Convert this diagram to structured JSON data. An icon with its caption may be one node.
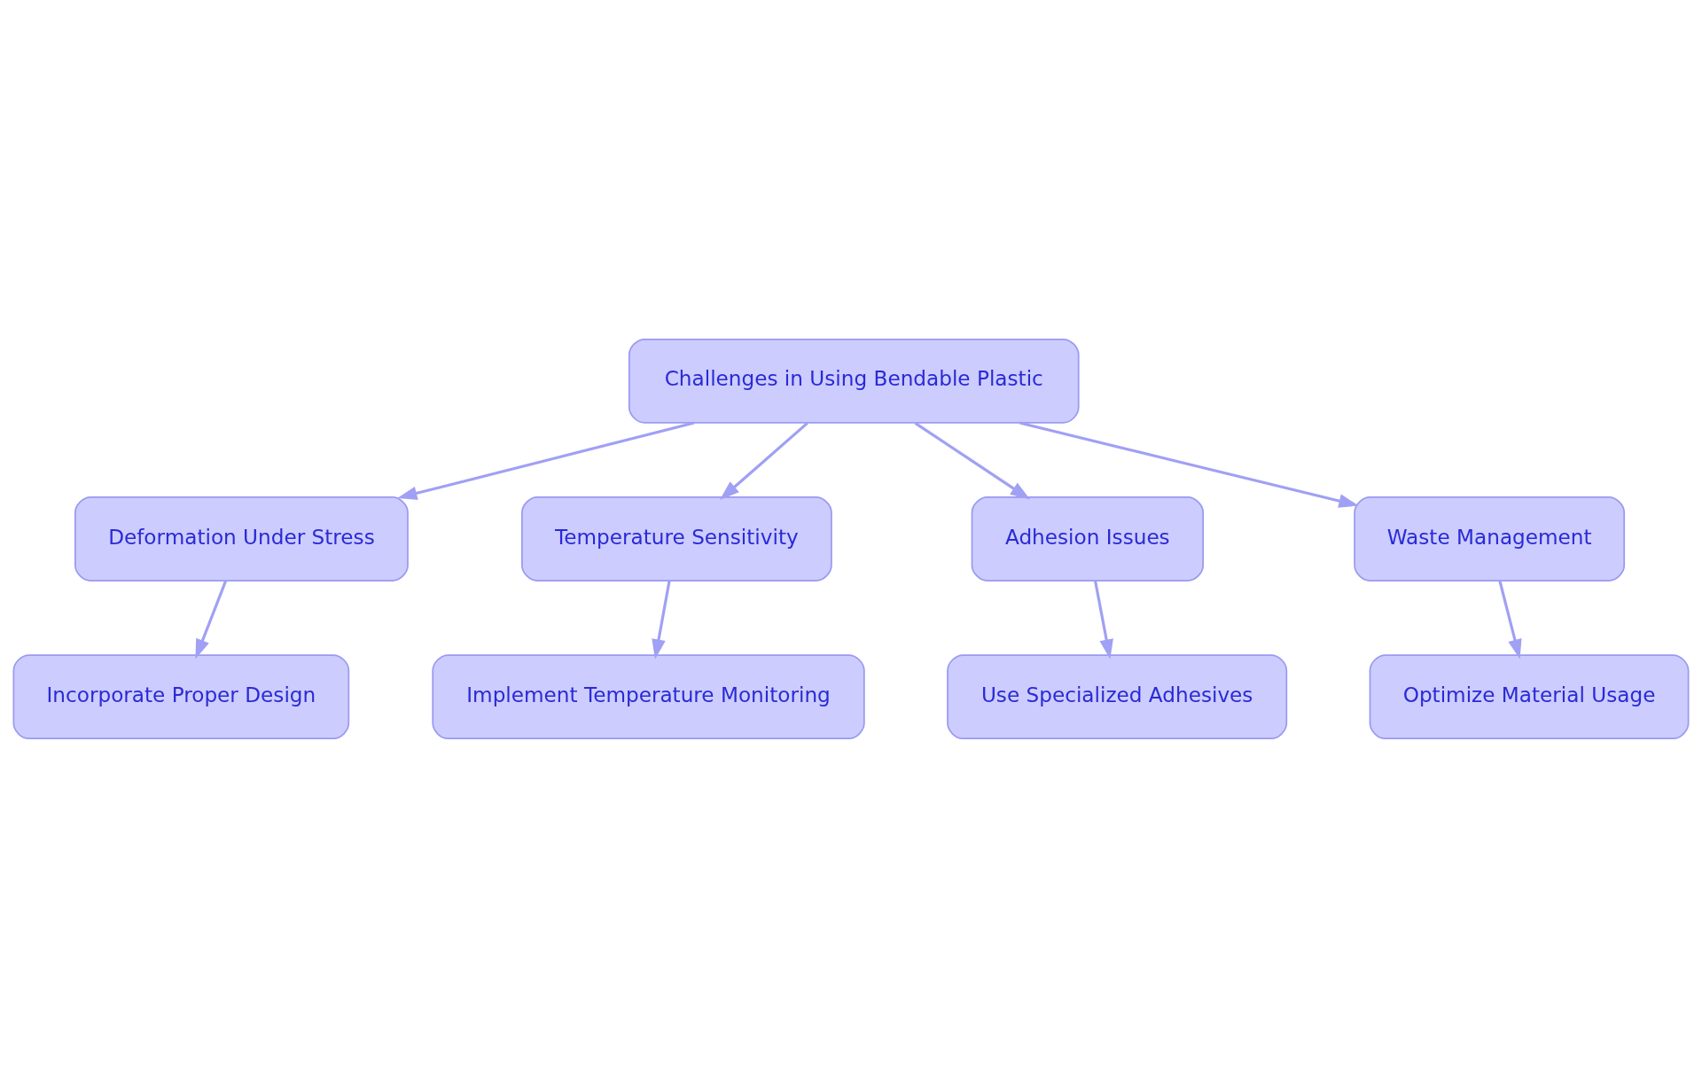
{
  "diagram": {
    "nodes": [
      {
        "text": [
          "Challenges in Using Bendable Plastic"
        ]
      },
      {
        "text": [
          "Deformation Under Stress"
        ]
      },
      {
        "text": [
          "Temperature Sensitivity"
        ]
      },
      {
        "text": [
          "Adhesion Issues"
        ]
      },
      {
        "text": [
          "Waste Management"
        ]
      },
      {
        "text": [
          "Incorporate Proper Design"
        ]
      },
      {
        "text": [
          "Implement Temperature Monitoring"
        ]
      },
      {
        "text": [
          "Use Specialized Adhesives"
        ]
      },
      {
        "text": [
          "Optimize Material Usage"
        ]
      }
    ],
    "edges": [
      {
        "from": 0,
        "to": 1,
        "arrow": "to"
      },
      {
        "from": 0,
        "to": 2,
        "arrow": "to"
      },
      {
        "from": 0,
        "to": 3,
        "arrow": "to"
      },
      {
        "from": 0,
        "to": 4,
        "arrow": "to"
      },
      {
        "from": 1,
        "to": 5,
        "arrow": "to"
      },
      {
        "from": 2,
        "to": 6,
        "arrow": "to"
      },
      {
        "from": 3,
        "to": 7,
        "arrow": "to"
      },
      {
        "from": 4,
        "to": 8,
        "arrow": "to"
      }
    ]
  }
}
